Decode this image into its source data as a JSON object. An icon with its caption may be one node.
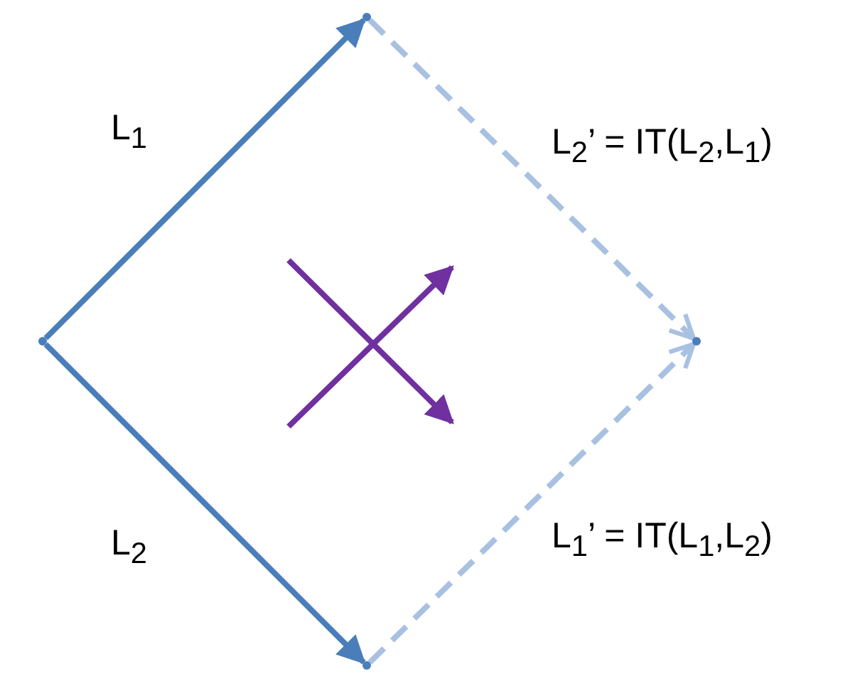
{
  "diagram": {
    "nodes": [
      {
        "text": [],
        "shape": "point"
      },
      {
        "text": [],
        "shape": "point"
      },
      {
        "text": [],
        "shape": "point"
      },
      {
        "text": [],
        "shape": "point"
      }
    ],
    "edges": [
      {
        "from": 0,
        "to": 1,
        "arrow": "to",
        "label": "L$_{1}$"
      },
      {
        "from": 0,
        "to": 2,
        "arrow": "to",
        "label": "L$_{2}$"
      },
      {
        "from": 1,
        "to": 3,
        "arrow": "to",
        "label": "L$_{2}$’ = IT(L$_{2}$,L$_{1}$)",
        "style": "dashed",
        "color": "#a9c1e1"
      },
      {
        "from": 2,
        "to": 3,
        "arrow": "to",
        "label": "L$_{1}$’ = IT(L$_{1}$,L$_{2}$)",
        "style": "dashed",
        "color": "#a9c1e1"
      }
    ]
  }
}
